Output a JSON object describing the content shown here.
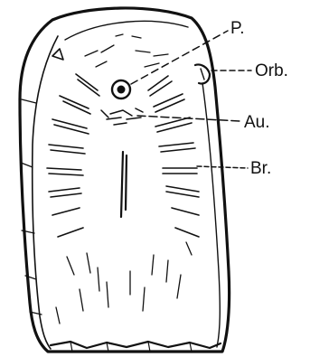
{
  "labels": {
    "pineal": "P.",
    "orbit": "Orb.",
    "auditory": "Au.",
    "branchial": "Br."
  },
  "colors": {
    "ink": "#111111",
    "paper": "#ffffff"
  }
}
